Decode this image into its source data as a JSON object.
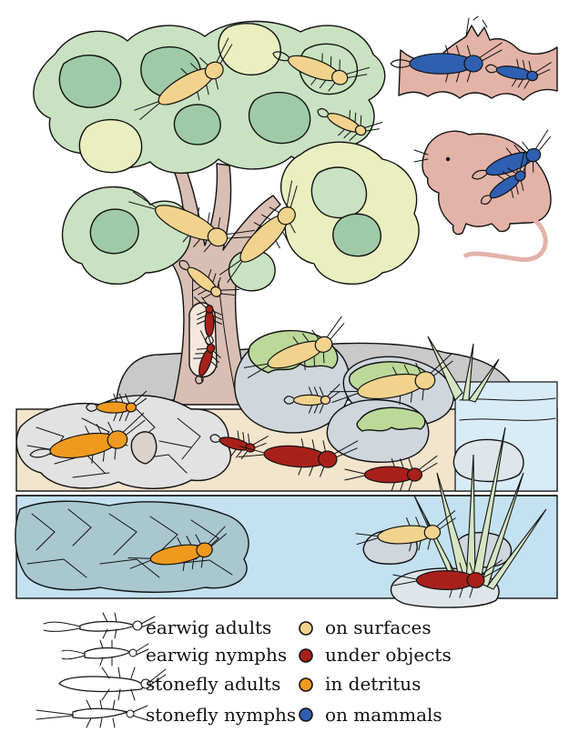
{
  "legend": {
    "forms": [
      {
        "label": "earwig adults",
        "icon": "earwig-adult-icon"
      },
      {
        "label": "earwig nymphs",
        "icon": "earwig-nymph-icon"
      },
      {
        "label": "stonefly adults",
        "icon": "stonefly-adult-icon"
      },
      {
        "label": "stonefly nymphs",
        "icon": "stonefly-nymph-icon"
      }
    ],
    "habitats": [
      {
        "label": "on surfaces",
        "color": "#f2d38e"
      },
      {
        "label": "under objects",
        "color": "#a8201a"
      },
      {
        "label": "in detritus",
        "color": "#ef9a1e"
      },
      {
        "label": "on mammals",
        "color": "#2f5fb0"
      }
    ]
  },
  "palette": {
    "foliage_light": "#e9efbf",
    "foliage_mid": "#c9e2c1",
    "foliage_dark": "#9fcaa7",
    "trunk": "#d9bfb3",
    "mammal": "#e3b3a8",
    "rock": "#cfd6dc",
    "moss": "#bcd99a",
    "sand": "#f3e4cc",
    "water": "#c3e1f0",
    "sky_water": "#d7ecf6"
  }
}
